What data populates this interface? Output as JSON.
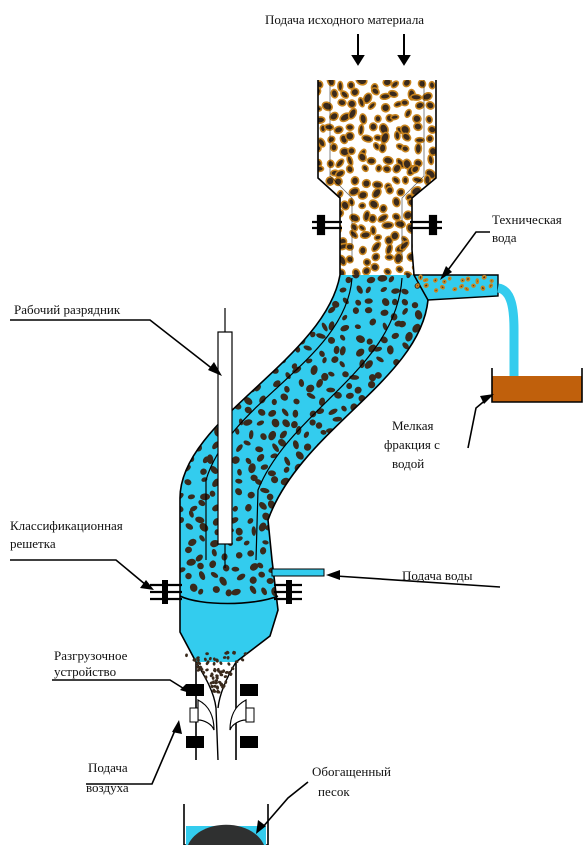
{
  "labels": {
    "feed": "Подача исходного материала",
    "tech_water_1": "Техническая",
    "tech_water_2": "вода",
    "discharger": "Рабочий разрядник",
    "fine_1": "Мелкая",
    "fine_2": "фракция с",
    "fine_3": "водой",
    "grid_1": "Классификационная",
    "grid_2": "решетка",
    "water_feed": "Подача воды",
    "unloader_1": "Разгрузочное",
    "unloader_2": "устройство",
    "air_1": "Подача",
    "air_2": "воздуха",
    "sand_1": "Обогащенный",
    "sand_2": "песок"
  },
  "colors": {
    "water": "#33CCEE",
    "particle": "#3A2A1C",
    "particle_halo": "#C8841E",
    "fine_collector": "#C0600C",
    "sand": "#2F3030"
  }
}
